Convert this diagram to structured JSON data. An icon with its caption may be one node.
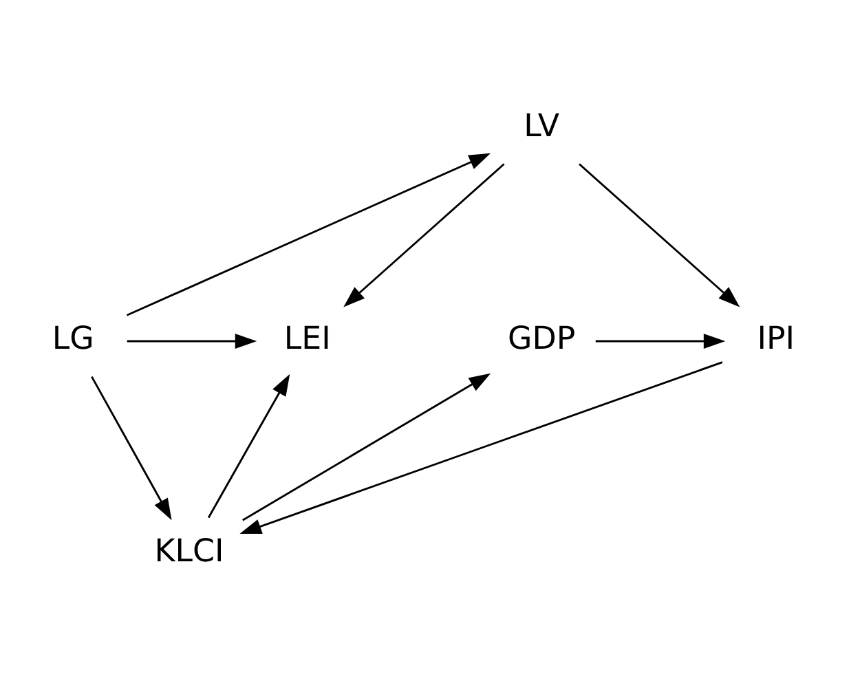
{
  "diagram": {
    "nodes": [
      {
        "text": [
          "LV"
        ]
      },
      {
        "text": [
          "GDP"
        ]
      },
      {
        "text": [
          "IPI"
        ]
      },
      {
        "text": [
          "LG"
        ]
      },
      {
        "text": [
          "LEI"
        ]
      },
      {
        "text": [
          "KLCI"
        ]
      }
    ],
    "edges": [
      {
        "from": 0,
        "to": 2,
        "arrow": "to"
      },
      {
        "from": 0,
        "to": 4,
        "arrow": "to"
      },
      {
        "from": 3,
        "to": 0,
        "arrow": "to"
      },
      {
        "from": 1,
        "to": 2,
        "arrow": "to"
      },
      {
        "from": 3,
        "to": 4,
        "arrow": "to"
      },
      {
        "from": 2,
        "to": 5,
        "arrow": "to"
      },
      {
        "from": 3,
        "to": 5,
        "arrow": "to"
      },
      {
        "from": 5,
        "to": 1,
        "arrow": "to"
      },
      {
        "from": 5,
        "to": 4,
        "arrow": "to"
      }
    ]
  }
}
